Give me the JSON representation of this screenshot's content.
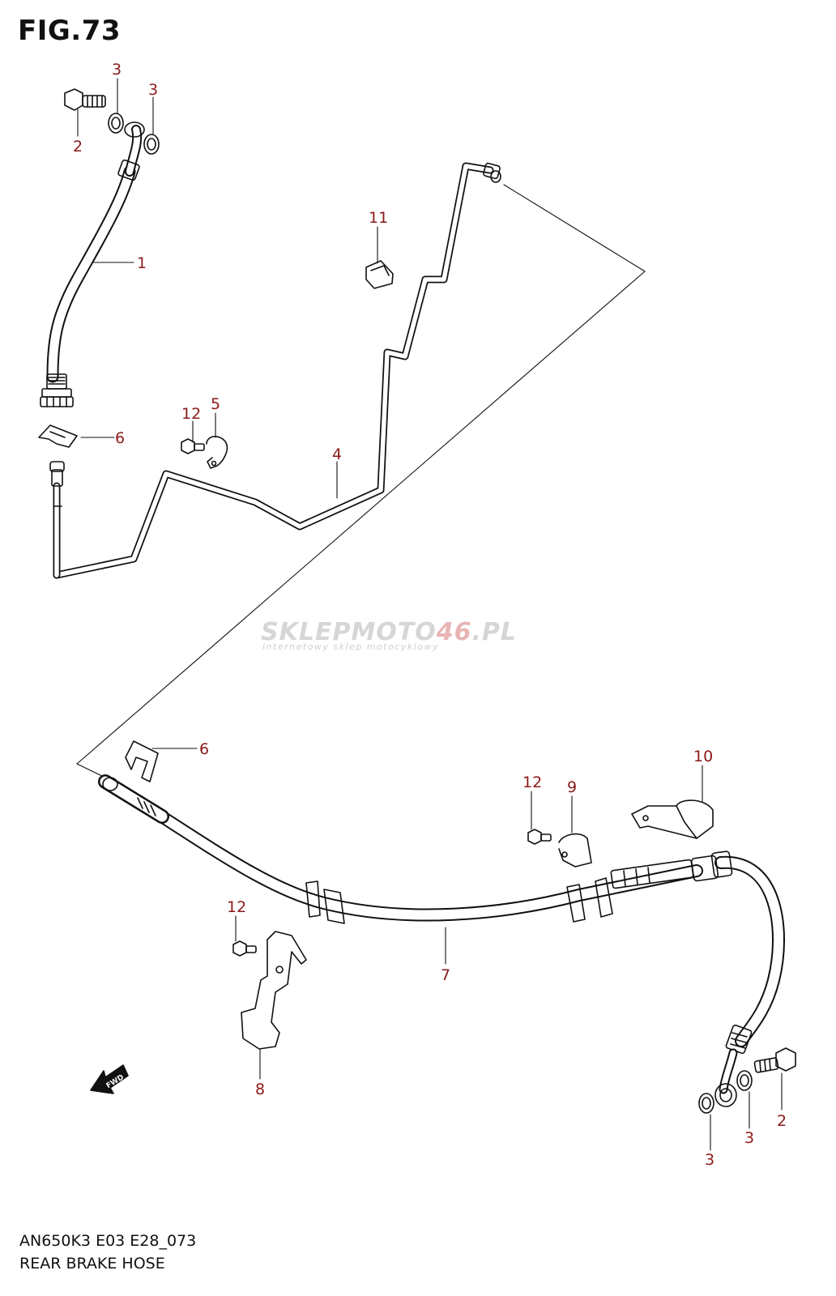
{
  "figure": {
    "title": "FIG.73"
  },
  "watermark": {
    "brand_a": "SKLEP",
    "brand_b": "MOTO",
    "brand_c": "46",
    "brand_d": ".PL",
    "tagline": "internetowy sklep motocyklowy"
  },
  "labels": {
    "l1": "1",
    "l2a": "2",
    "l2b": "2",
    "l3a": "3",
    "l3b": "3",
    "l3c": "3",
    "l3d": "3",
    "l4": "4",
    "l5": "5",
    "l6a": "6",
    "l6b": "6",
    "l7": "7",
    "l8": "8",
    "l9": "9",
    "l10": "10",
    "l11": "11",
    "l12a": "12",
    "l12b": "12",
    "l12c": "12"
  },
  "fwd": {
    "text": "FWD"
  },
  "footer": {
    "code": "AN650K3 E03 E28_073",
    "name": "REAR BRAKE HOSE"
  },
  "colors": {
    "label": "#8b1a1a",
    "line": "#111111",
    "watermark": "#d6d6d6",
    "watermark_accent": "#e8b4b4"
  }
}
